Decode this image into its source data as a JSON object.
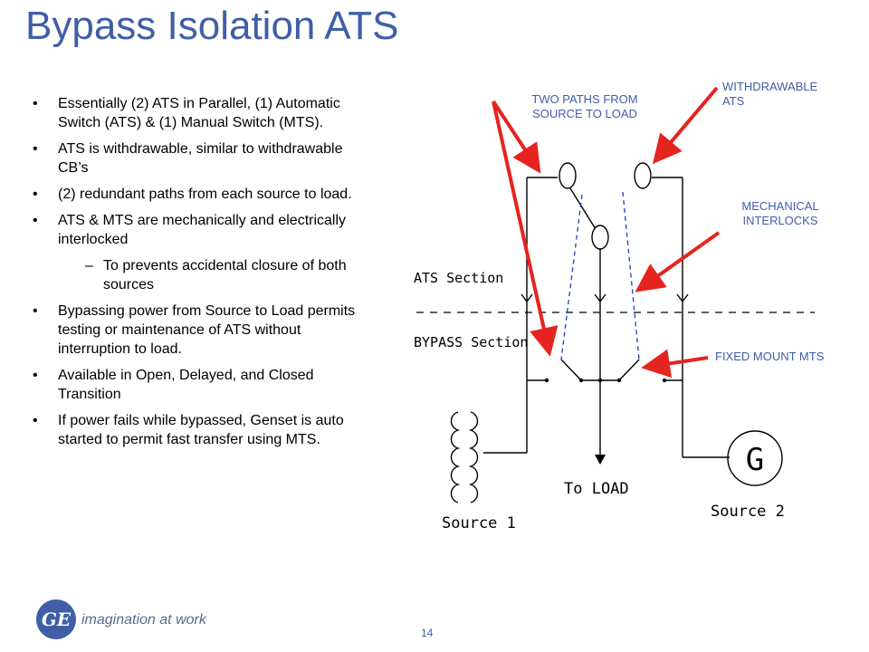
{
  "slide": {
    "title": "Bypass Isolation ATS",
    "bullets": [
      {
        "text": "Essentially (2) ATS in Parallel, (1) Automatic Switch (ATS) & (1) Manual Switch (MTS).",
        "level": 1
      },
      {
        "text": "ATS is withdrawable, similar to withdrawable CB’s",
        "level": 1
      },
      {
        "text": "(2) redundant paths from each source to load.",
        "level": 1
      },
      {
        "text": "ATS & MTS are mechanically and electrically interlocked",
        "level": 1
      },
      {
        "text": "To prevents accidental closure of both sources",
        "level": 2
      },
      {
        "text": "Bypassing power from Source to Load permits testing or maintenance of ATS without  interruption to load.",
        "level": 1
      },
      {
        "text": "Available in Open, Delayed, and Closed Transition",
        "level": 1
      },
      {
        "text": "If power fails while bypassed, Genset is auto started to permit fast transfer using MTS.",
        "level": 1
      }
    ],
    "page_number": "14"
  },
  "diagram": {
    "callouts": {
      "two_paths": [
        "TWO PATHS FROM",
        "SOURCE TO LOAD"
      ],
      "withdrawable": [
        "WITHDRAWABLE",
        "ATS"
      ],
      "interlocks": [
        "MECHANICAL",
        "INTERLOCKS"
      ],
      "fixed_mount": "FIXED MOUNT MTS"
    },
    "labels": {
      "ats_section": "ATS Section",
      "bypass_section": "BYPASS Section",
      "to_load": "To LOAD",
      "source1": "Source 1",
      "source2": "Source 2",
      "generator": "G"
    },
    "colors": {
      "arrow": "#e52420",
      "callout": "#3f5ea6",
      "dashed": "#1f3fbf"
    }
  },
  "footer": {
    "logo": "GE",
    "tagline": "imagination at work"
  }
}
